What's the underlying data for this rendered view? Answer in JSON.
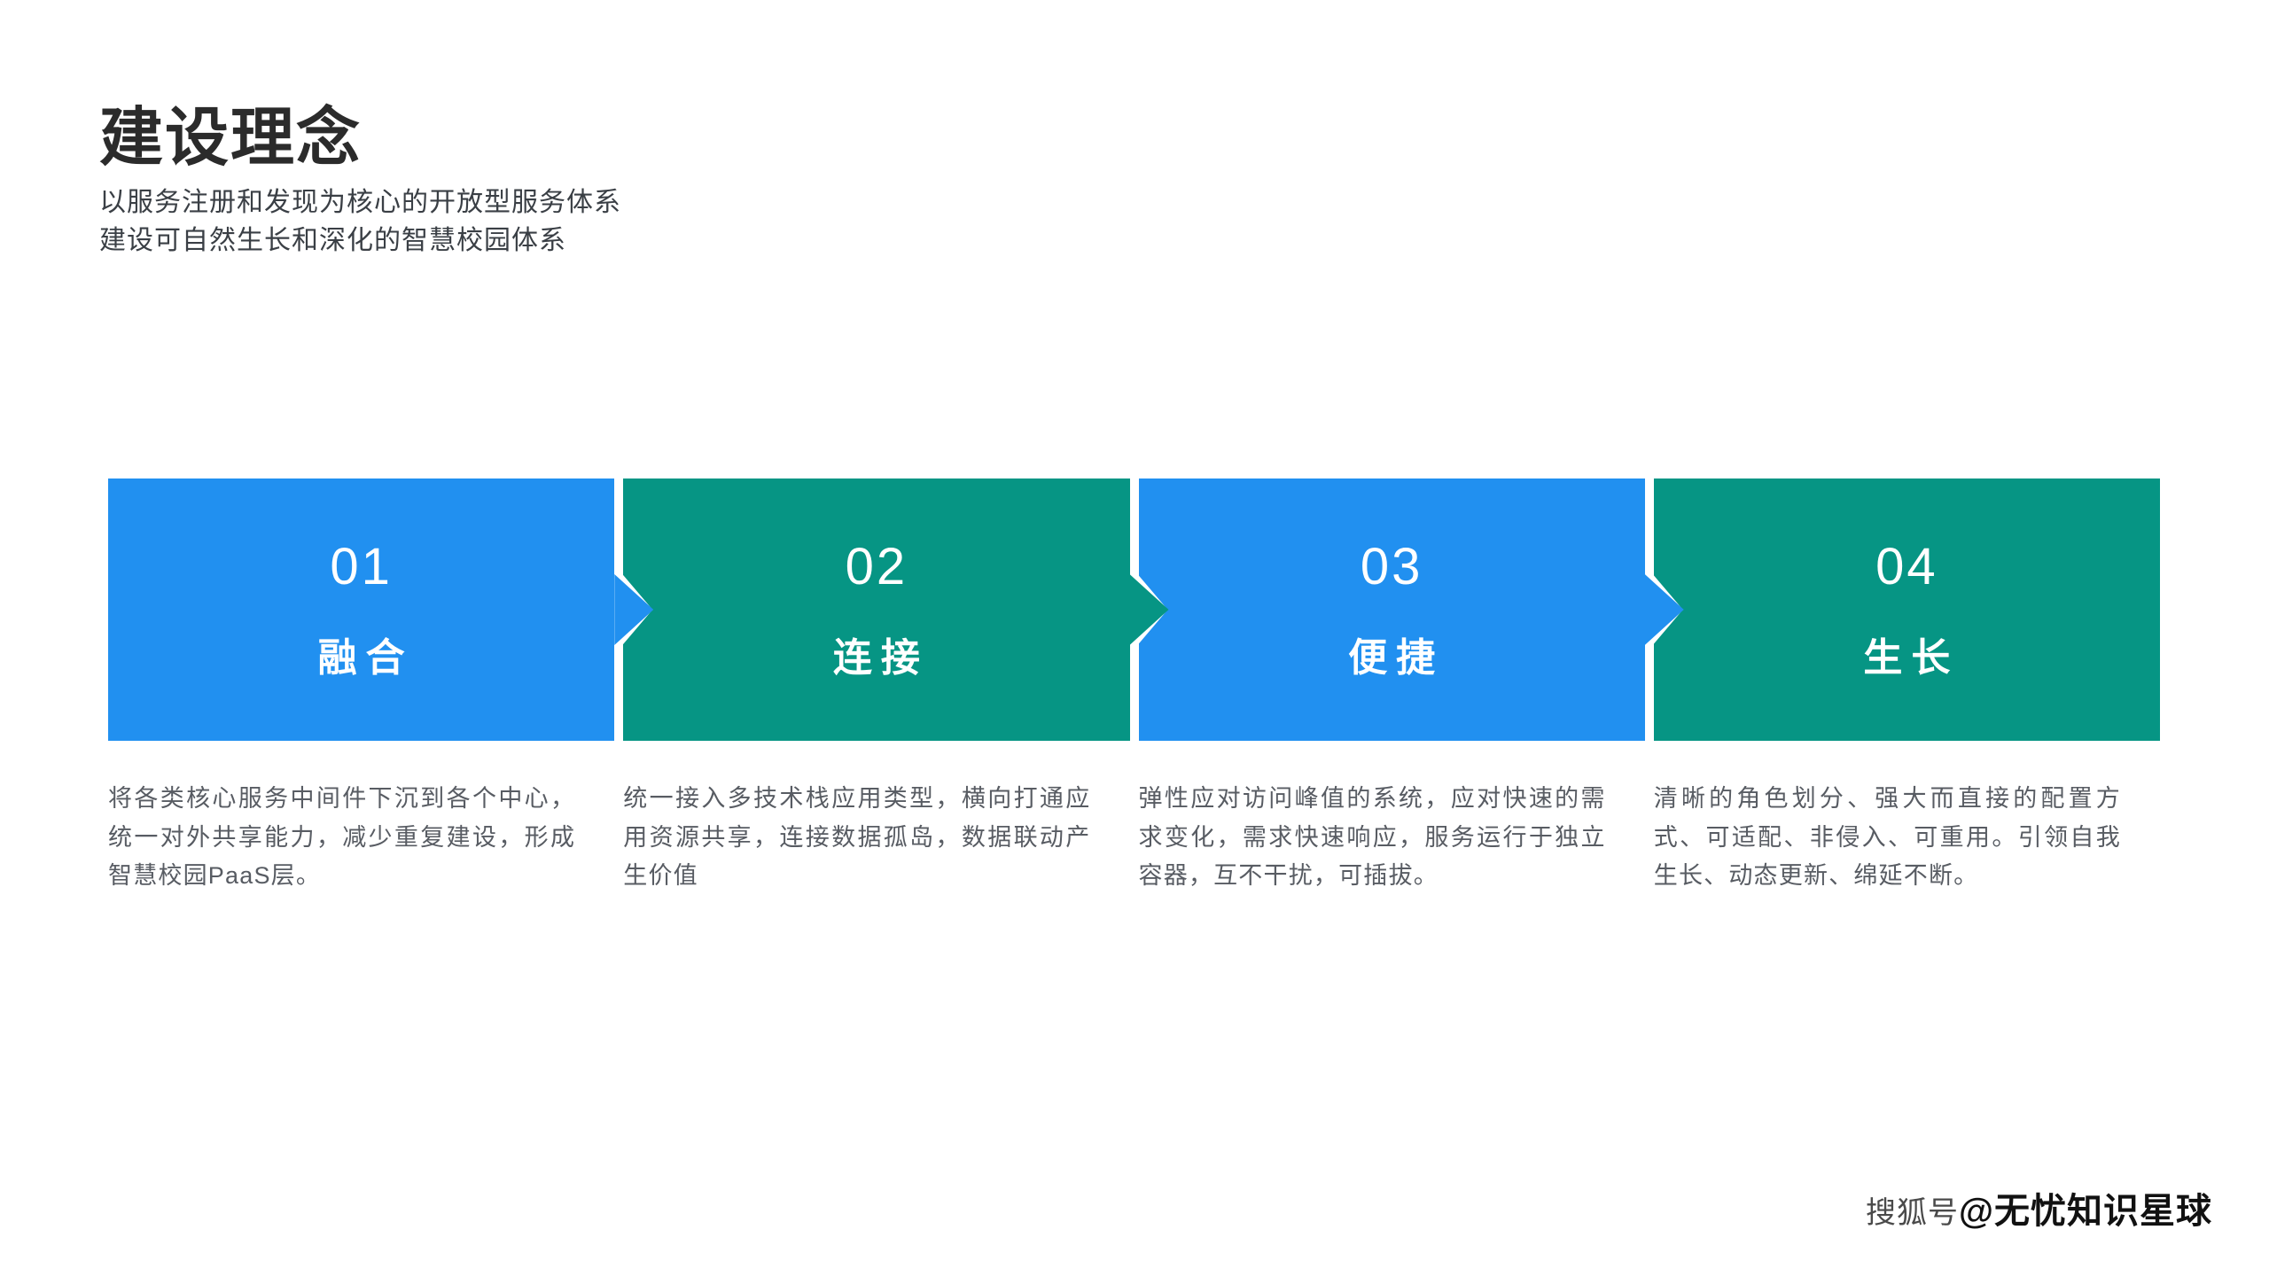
{
  "page": {
    "background": "#ffffff",
    "title": "建设理念",
    "subtitle_line_1": "以服务注册和发现为核心的开放型服务体系",
    "subtitle_line_2": "建设可自然生长和深化的智慧校园体系"
  },
  "colors": {
    "blue": "#2190f0",
    "green": "#069584",
    "title_text": "#2b2b2b",
    "subtitle_text": "#3a3f45",
    "body_text": "#585c63",
    "step_text": "#ffffff"
  },
  "steps": [
    {
      "number": "01",
      "label": "融合",
      "color": "#2190f0",
      "description": "将各类核心服务中间件下沉到各个中心，统一对外共享能力，减少重复建设，形成智慧校园PaaS层。"
    },
    {
      "number": "02",
      "label": "连接",
      "color": "#069584",
      "description": "统一接入多技术栈应用类型，横向打通应用资源共享，连接数据孤岛，数据联动产生价值"
    },
    {
      "number": "03",
      "label": "便捷",
      "color": "#2190f0",
      "description": "弹性应对访问峰值的系统，应对快速的需求变化，需求快速响应，服务运行于独立容器，互不干扰，可插拔。"
    },
    {
      "number": "04",
      "label": "生长",
      "color": "#069584",
      "description": "清晰的角色划分、强大而直接的配置方式、可适配、非侵入、可重用。引领自我生长、动态更新、绵延不断。"
    }
  ],
  "watermark": {
    "prefix": "搜狐号",
    "name": "@无忧知识星球"
  }
}
